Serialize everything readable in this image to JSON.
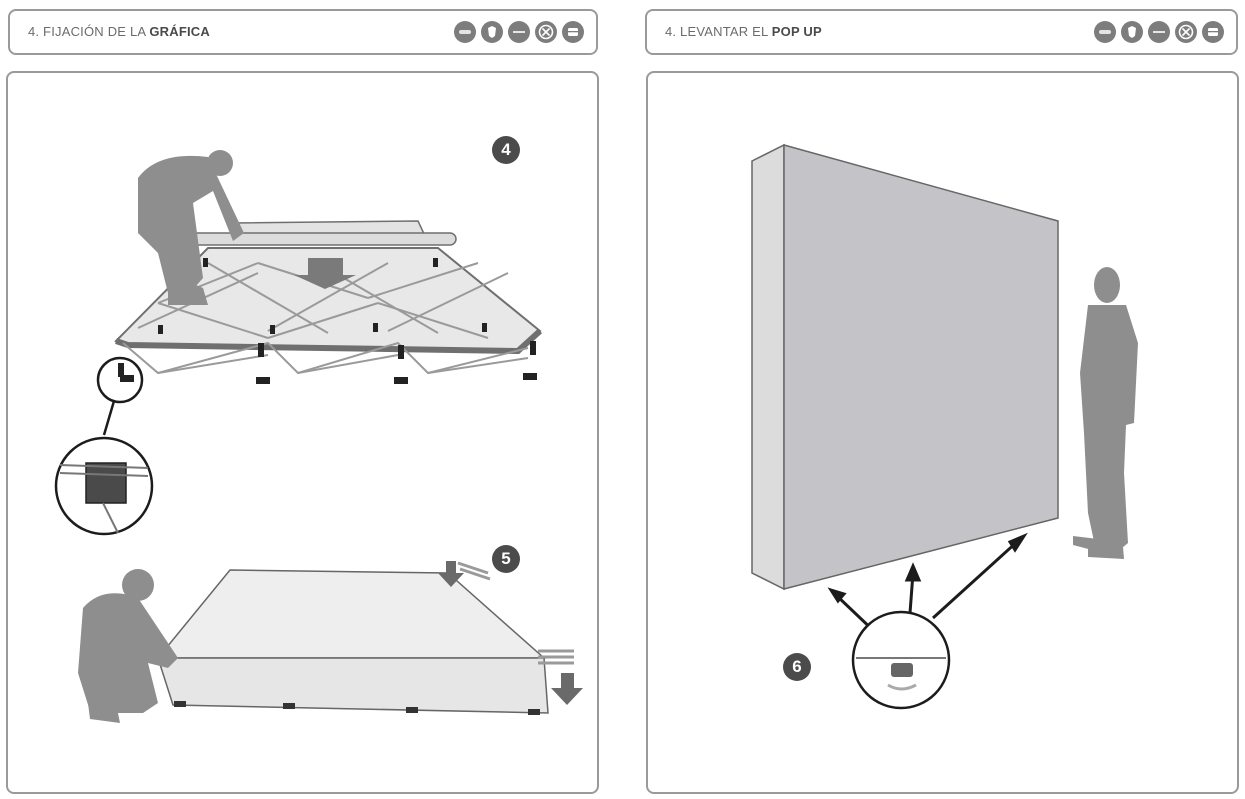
{
  "left": {
    "header": {
      "prefix": "4. FIJACIÓN DE LA ",
      "bold": "GRÁFICA"
    },
    "steps": [
      "4",
      "5"
    ]
  },
  "right": {
    "header": {
      "prefix": "4. LEVANTAR EL ",
      "bold": "POP UP"
    },
    "steps": [
      "6"
    ]
  },
  "icons": [
    "sticker-icon",
    "shield-icon",
    "label-icon",
    "cross-circle-icon",
    "box-icon"
  ],
  "colors": {
    "border": "#9a9a9a",
    "icon": "#7d7d7d",
    "figure": "#8e8e8e",
    "graphic": "#c4c4c8",
    "step": "#4b4b4b"
  }
}
